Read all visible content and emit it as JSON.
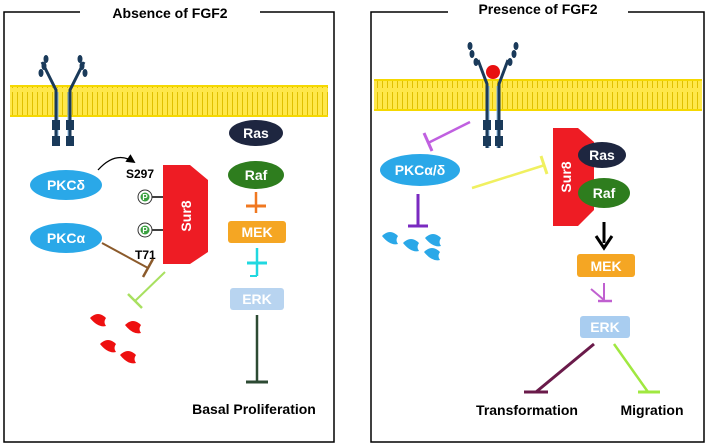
{
  "colors": {
    "membrane": "#ffe84a",
    "membrane_line": "#e8c800",
    "pkc": "#2aa8e8",
    "sur8": "#ee1c24",
    "ras": "#1e2640",
    "raf": "#2e7d1e",
    "mek": "#f5a623",
    "erk_left": "#b8d4f0",
    "erk_right": "#a9cdf0",
    "receptor": "#1a3a5a",
    "fgf2": "#e81010"
  },
  "left_panel": {
    "title": "Absence of FGF2",
    "pkc_delta": "PKCδ",
    "pkc_alpha": "PKCα",
    "sur8": "Sur8",
    "site_top": "S297",
    "site_bottom": "T71",
    "phospho": "P",
    "ras": "Ras",
    "raf": "Raf",
    "mek": "MEK",
    "erk": "ERK",
    "outcome": "Basal Proliferation"
  },
  "right_panel": {
    "title": "Presence of FGF2",
    "pkc": "PKCα/δ",
    "sur8": "Sur8",
    "ras": "Ras",
    "raf": "Raf",
    "mek": "MEK",
    "erk": "ERK",
    "outcome_1": "Transformation",
    "outcome_2": "Migration"
  }
}
